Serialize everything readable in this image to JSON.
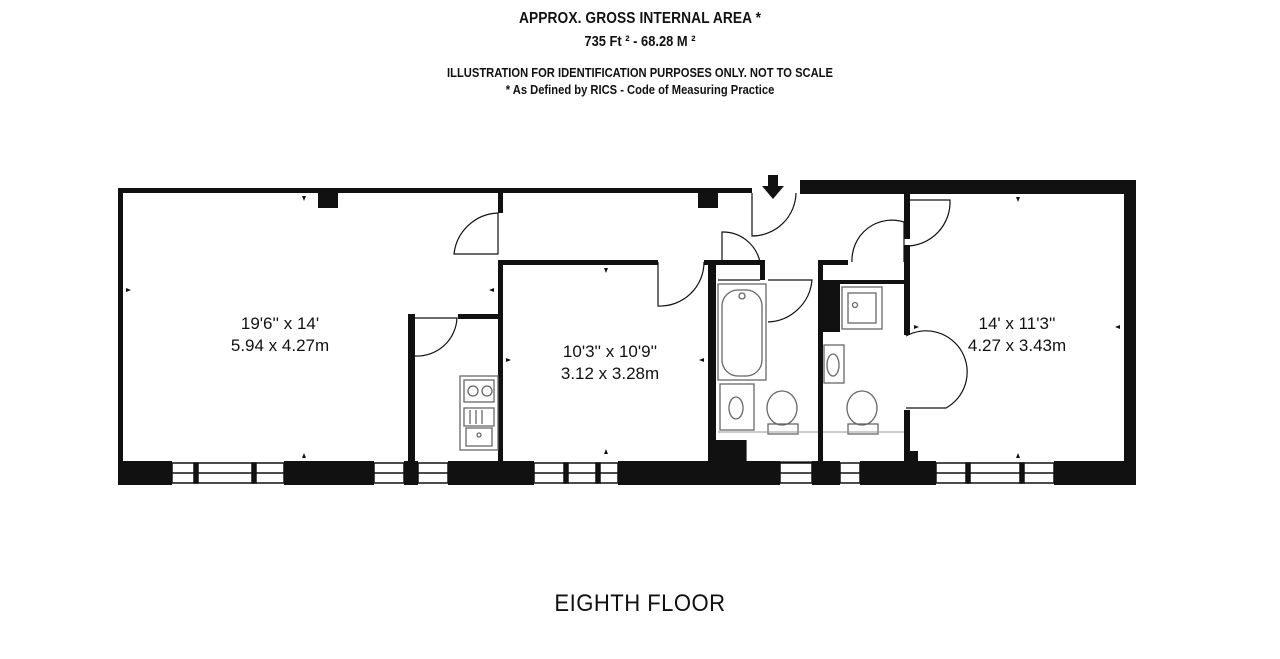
{
  "header": {
    "title": "APPROX. GROSS INTERNAL  AREA *",
    "area": "735 Ft ² - 68.28 M ²",
    "disclaimer": "ILLUSTRATION FOR IDENTIFICATION PURPOSES ONLY. NOT TO SCALE",
    "rics_note": "* As Defined by RICS - Code of Measuring Practice"
  },
  "rooms": [
    {
      "id": "room-left",
      "imperial": "19'6'' x 14'",
      "metric": "5.94 x 4.27m"
    },
    {
      "id": "room-middle",
      "imperial": "10'3'' x 10'9''",
      "metric": "3.12 x 3.28m"
    },
    {
      "id": "room-right",
      "imperial": "14' x 11'3''",
      "metric": "4.27 x 3.43m"
    }
  ],
  "floor_label": "EIGHTH FLOOR",
  "colors": {
    "wall": "#111111",
    "background": "#ffffff",
    "fixture": "#666666"
  },
  "icons": [
    "entrance-arrow-icon",
    "bathtub-icon",
    "toilet-icon",
    "sink-icon",
    "hob-icon",
    "shower-icon"
  ]
}
